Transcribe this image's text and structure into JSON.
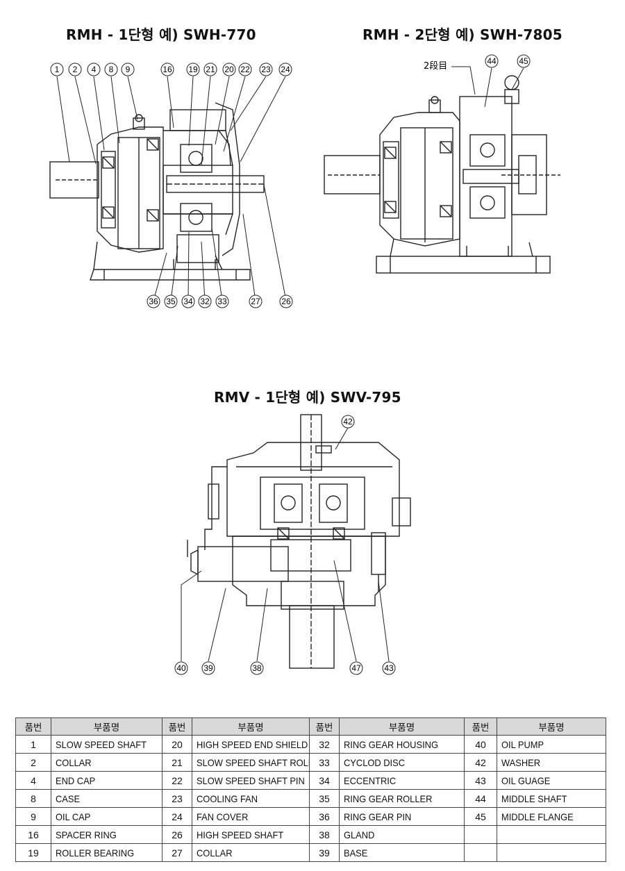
{
  "titles": {
    "rmh1": "RMH - 1단형 예) SWH-770",
    "rmh2": "RMH - 2단형 예) SWH-7805",
    "rmv1": "RMV - 1단형 예) SWV-795"
  },
  "diagram_rmh1": {
    "top_callouts": [
      "1",
      "2",
      "4",
      "8",
      "9",
      "16",
      "19",
      "21",
      "20",
      "22",
      "23",
      "24"
    ],
    "bottom_callouts": [
      "36",
      "35",
      "34",
      "32",
      "33",
      "27",
      "26"
    ]
  },
  "diagram_rmh2": {
    "stage_label": "2段目",
    "callouts": [
      "44",
      "45"
    ]
  },
  "diagram_rmv1": {
    "callouts": [
      "42",
      "40",
      "39",
      "38",
      "47",
      "43"
    ]
  },
  "table": {
    "headers": [
      "품번",
      "부품명",
      "품번",
      "부품명",
      "품번",
      "부품명",
      "품번",
      "부품명"
    ],
    "rows": [
      [
        "1",
        "SLOW SPEED SHAFT",
        "20",
        "HIGH SPEED END SHIELD",
        "32",
        "RING GEAR HOUSING",
        "40",
        "OIL PUMP"
      ],
      [
        "2",
        "COLLAR",
        "21",
        "SLOW SPEED SHAFT ROLL",
        "33",
        "CYCLOD DISC",
        "42",
        "WASHER"
      ],
      [
        "4",
        "END CAP",
        "22",
        "SLOW SPEED SHAFT PIN",
        "34",
        "ECCENTRIC",
        "43",
        "OIL GUAGE"
      ],
      [
        "8",
        "CASE",
        "23",
        "COOLING FAN",
        "35",
        "RING GEAR ROLLER",
        "44",
        "MIDDLE SHAFT"
      ],
      [
        "9",
        "OIL CAP",
        "24",
        "FAN COVER",
        "36",
        "RING GEAR PIN",
        "45",
        "MIDDLE FLANGE"
      ],
      [
        "16",
        "SPACER RING",
        "26",
        "HIGH SPEED SHAFT",
        "38",
        "GLAND",
        "",
        ""
      ],
      [
        "19",
        "ROLLER BEARING",
        "27",
        "COLLAR",
        "39",
        "BASE",
        "",
        ""
      ]
    ]
  }
}
